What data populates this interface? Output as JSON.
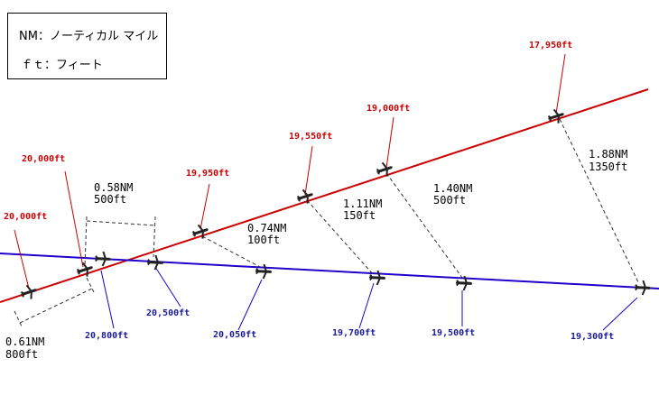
{
  "legend": {
    "nm": "NM：ノーティカル マイル",
    "ft": "ｆｔ：フィート"
  },
  "colors": {
    "red_track": "#cc0000",
    "blue_track": "#2200cc",
    "text": "#000000"
  },
  "red_altitudes": [
    "20,000ft",
    "20,000ft",
    "19,950ft",
    "19,550ft",
    "19,000ft",
    "17,950ft"
  ],
  "blue_altitudes": [
    "20,800ft",
    "20,500ft",
    "20,050ft",
    "19,700ft",
    "19,500ft",
    "19,300ft"
  ],
  "separations": [
    {
      "nm": "0.61NM",
      "ft": "800ft"
    },
    {
      "nm": "0.58NM",
      "ft": "500ft"
    },
    {
      "nm": "0.74NM",
      "ft": "100ft"
    },
    {
      "nm": "1.11NM",
      "ft": "150ft"
    },
    {
      "nm": "1.40NM",
      "ft": "500ft"
    },
    {
      "nm": "1.88NM",
      "ft": "1350ft"
    }
  ],
  "icons": [
    "aircraft-icon"
  ]
}
